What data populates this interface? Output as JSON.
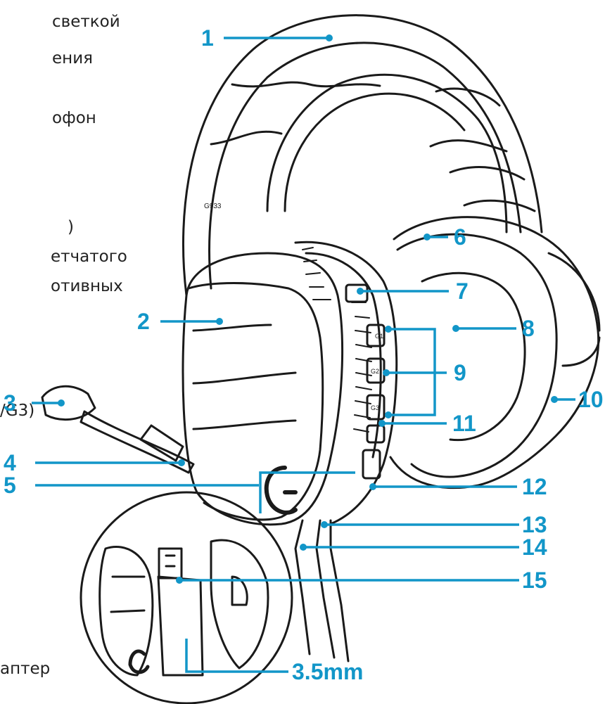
{
  "colors": {
    "callout": "#1296c8",
    "line_art": "#1a1a1a",
    "background": "#ffffff"
  },
  "left_text_fragments": [
    "светкой",
    "ения",
    "офон",
    ")",
    "етчатого",
    "отивных",
    "/G3)",
    "аптер"
  ],
  "callout_numbers": [
    "1",
    "2",
    "3",
    "4",
    "5",
    "6",
    "7",
    "8",
    "9",
    "10",
    "11",
    "12",
    "13",
    "14",
    "15",
    "3.5mm"
  ],
  "device_labels": {
    "model": "G933",
    "buttons": [
      "G1",
      "G2",
      "G3"
    ]
  }
}
